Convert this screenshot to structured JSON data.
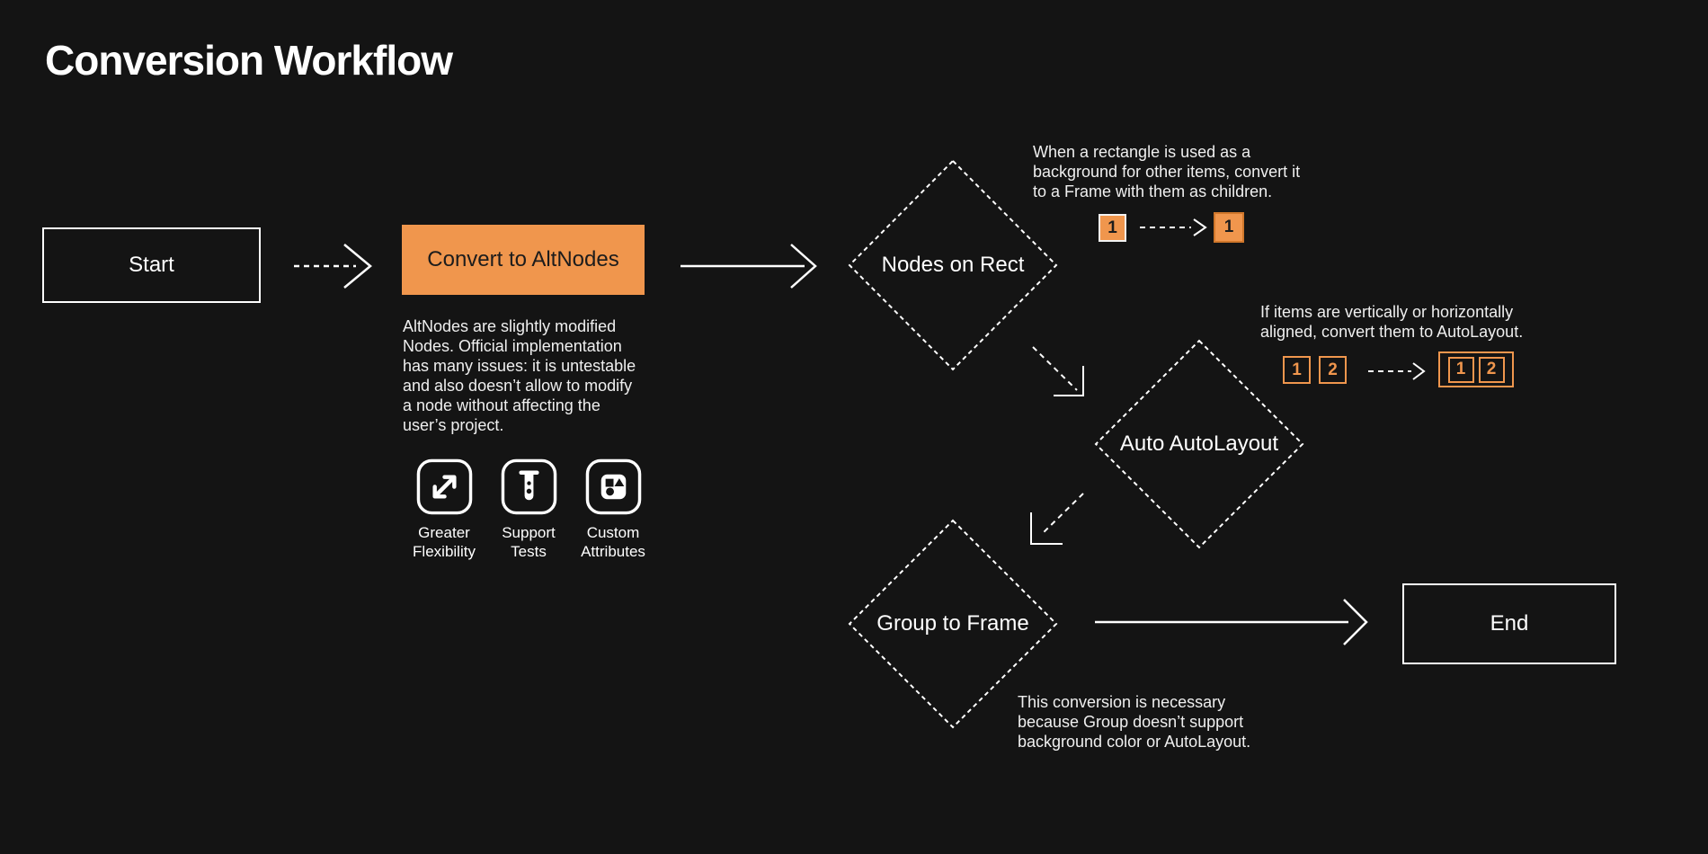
{
  "page": {
    "title": "Conversion Workflow"
  },
  "colors": {
    "background": "#141414",
    "accent": "#F0964D",
    "accent_border": "#D0772B",
    "text": "#FFFFFF",
    "dark_text": "#1C1C1C"
  },
  "flow": {
    "start": {
      "label": "Start"
    },
    "convert": {
      "label": "Convert to AltNodes",
      "description": "AltNodes are slightly modified Nodes. Official implementation has many issues: it is untestable and also doesn’t allow to modify a node without affecting the user’s project.",
      "features": [
        {
          "icon": "expand-icon",
          "label": "Greater Flexibility"
        },
        {
          "icon": "test-tube-icon",
          "label": "Support Tests"
        },
        {
          "icon": "shapes-icon",
          "label": "Custom Attributes"
        }
      ]
    },
    "nodes_on_rect": {
      "label": "Nodes on Rect",
      "note": "When a rectangle is used as a background for other items, convert it to a Frame with them as children.",
      "example": {
        "before": "1",
        "after": "1"
      }
    },
    "auto_autolayout": {
      "label": "Auto AutoLayout",
      "note": "If items are vertically or horizontally aligned, convert them to AutoLayout.",
      "example": {
        "items": [
          "1",
          "2"
        ],
        "grouped": [
          "1",
          "2"
        ]
      }
    },
    "group_to_frame": {
      "label": "Group to Frame",
      "note": "This conversion is necessary because Group doesn’t support background color or AutoLayout."
    },
    "end": {
      "label": "End"
    }
  }
}
